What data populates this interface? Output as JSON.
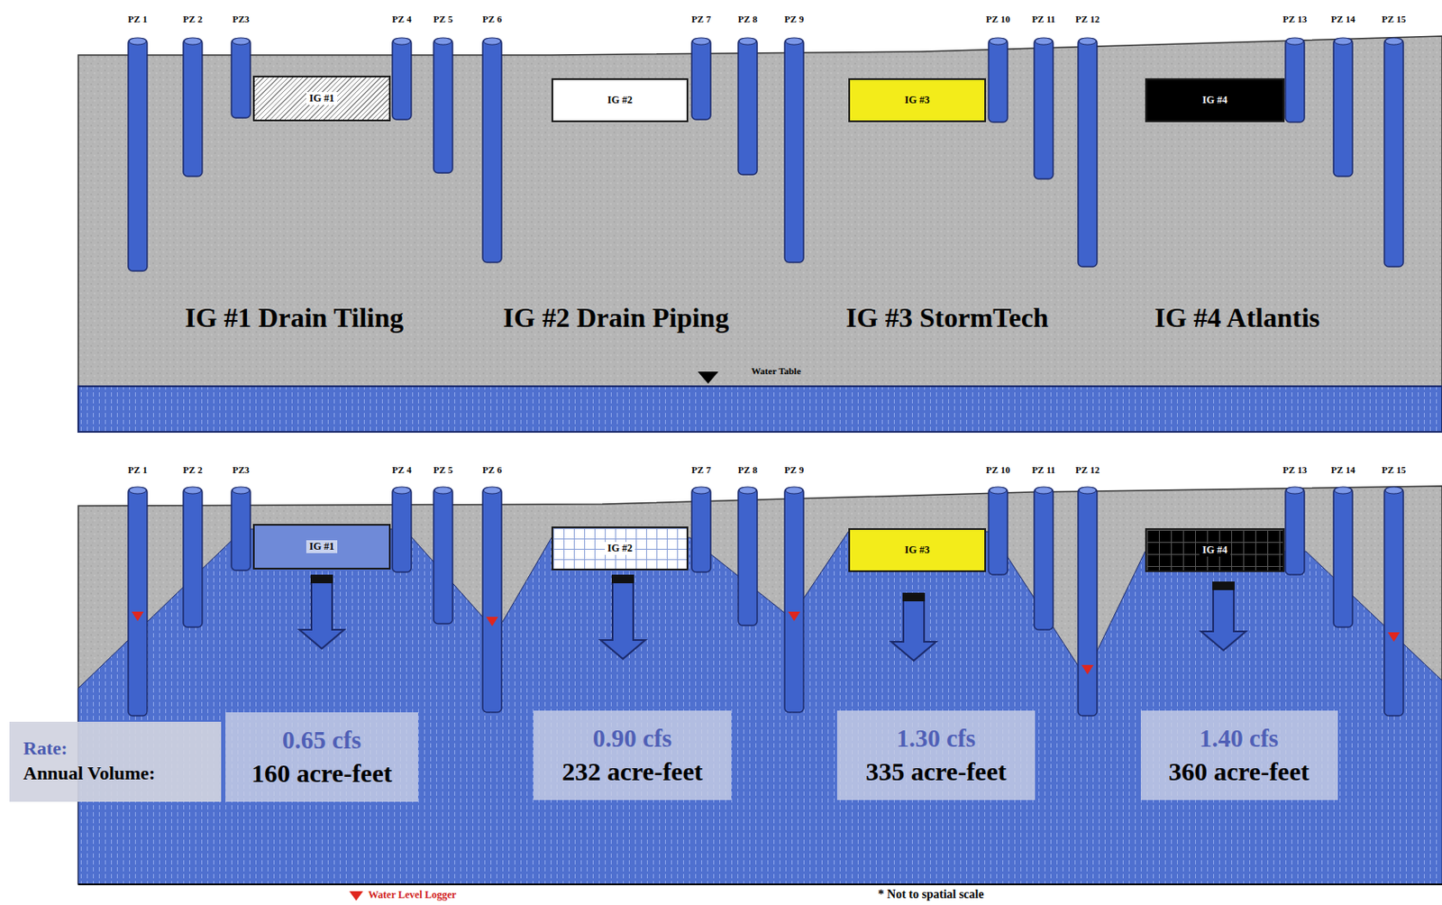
{
  "diagram": {
    "nodes": [
      {
        "text": [
          "IG #1"
        ]
      },
      {
        "text": [
          "IG #2"
        ]
      },
      {
        "text": [
          "IG #3"
        ]
      },
      {
        "text": [
          "IG #4"
        ]
      },
      {
        "text": [
          "IG #1"
        ]
      },
      {
        "text": [
          "IG #2"
        ]
      },
      {
        "text": [
          "IG #3"
        ]
      },
      {
        "text": [
          "IG #4"
        ]
      },
      {
        "text": [
          "Rate:",
          "Annual Volume:"
        ]
      },
      {
        "text": [
          "0.65 cfs",
          "160 acre-feet"
        ]
      },
      {
        "text": [
          "0.90 cfs",
          "232 acre-feet"
        ]
      },
      {
        "text": [
          "1.30 cfs",
          "335 acre-feet"
        ]
      },
      {
        "text": [
          "1.40 cfs",
          "360 acre-feet"
        ]
      }
    ],
    "labels": [
      "PZ 1",
      "PZ 2",
      "PZ3",
      "PZ 4",
      "PZ 5",
      "PZ 6",
      "PZ 7",
      "PZ 8",
      "PZ 9",
      "PZ 10",
      "PZ 11",
      "PZ 12",
      "PZ 13",
      "PZ 14",
      "PZ 15",
      "IG #1 Drain Tiling",
      "IG #2 Drain Piping",
      "IG #3 StormTech",
      "IG #4 Atlantis",
      "Water Table",
      "PZ 1",
      "PZ 2",
      "PZ3",
      "PZ 4",
      "PZ 5",
      "PZ 6",
      "PZ 7",
      "PZ 8",
      "PZ 9",
      "PZ 10",
      "PZ 11",
      "PZ 12",
      "PZ 13",
      "PZ 14",
      "PZ 15",
      "* Not to spatial scale"
    ],
    "legend": [
      {
        "text": "Water Level Logger"
      }
    ]
  }
}
